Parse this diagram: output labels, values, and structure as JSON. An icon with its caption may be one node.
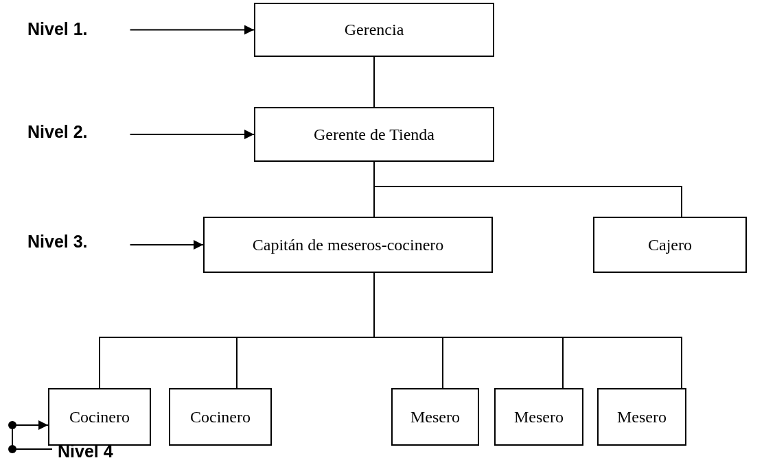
{
  "diagram": {
    "nodes": [
      {
        "text": [
          "Gerencia"
        ]
      },
      {
        "text": [
          "Gerente de Tienda"
        ]
      },
      {
        "text": [
          "Capitán de meseros-cocinero"
        ]
      },
      {
        "text": [
          "Cajero"
        ]
      },
      {
        "text": [
          "Cocinero"
        ]
      },
      {
        "text": [
          "Cocinero"
        ]
      },
      {
        "text": [
          "Mesero"
        ]
      },
      {
        "text": [
          "Mesero"
        ]
      },
      {
        "text": [
          "Mesero"
        ]
      },
      {
        "text": [
          "Nivel 1."
        ]
      },
      {
        "text": [
          "Nivel 2."
        ]
      },
      {
        "text": [
          "Nivel 3."
        ]
      },
      {
        "text": [
          "Nivel 4"
        ]
      }
    ],
    "edges": [
      {
        "from": 0,
        "to": 1,
        "arrow": "none"
      },
      {
        "from": 1,
        "to": 2,
        "arrow": "none"
      },
      {
        "from": 1,
        "to": 3,
        "arrow": "none"
      },
      {
        "from": 2,
        "to": 4,
        "arrow": "none"
      },
      {
        "from": 2,
        "to": 5,
        "arrow": "none"
      },
      {
        "from": 2,
        "to": 6,
        "arrow": "none"
      },
      {
        "from": 2,
        "to": 7,
        "arrow": "none"
      },
      {
        "from": 2,
        "to": 8,
        "arrow": "none"
      },
      {
        "from": 9,
        "to": 0,
        "arrow": "to"
      },
      {
        "from": 10,
        "to": 1,
        "arrow": "to"
      },
      {
        "from": 11,
        "to": 2,
        "arrow": "to"
      },
      {
        "from": 12,
        "to": 4,
        "arrow": "to"
      }
    ]
  }
}
